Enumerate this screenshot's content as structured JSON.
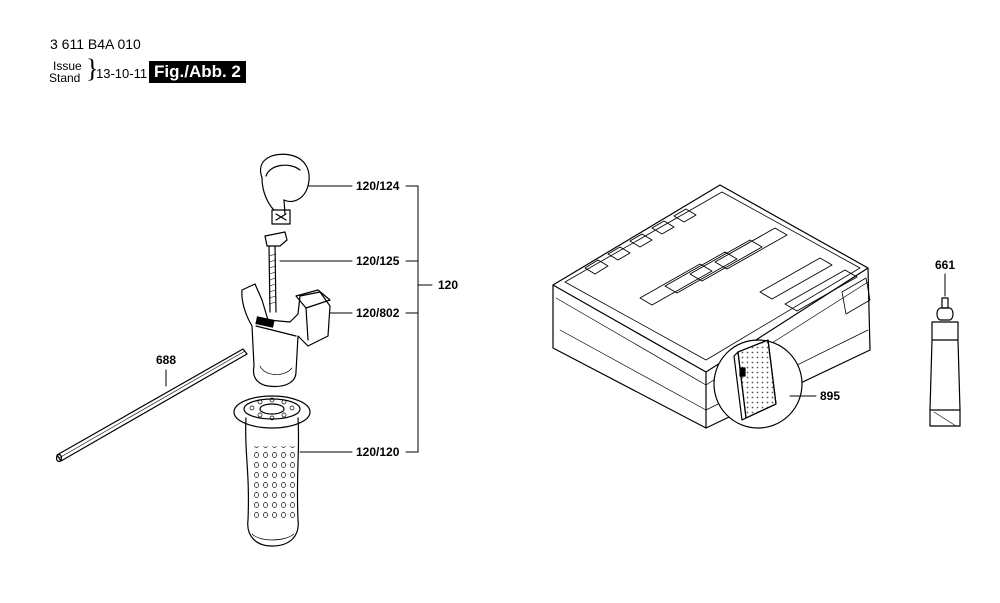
{
  "header": {
    "part_number": "3 611 B4A 010",
    "issue_label": "Issue",
    "stand_label": "Stand",
    "brace": "}",
    "issue_date": "13-10-11",
    "figure_label": "Fig./Abb. 2"
  },
  "callouts": {
    "c120_124": "120/124",
    "c120_125": "120/125",
    "c120_802": "120/802",
    "c120_120": "120/120",
    "c120": "120",
    "c688": "688",
    "c895": "895",
    "c661": "661"
  },
  "colors": {
    "line": "#000000",
    "background": "#ffffff",
    "stipple": "#555555"
  }
}
